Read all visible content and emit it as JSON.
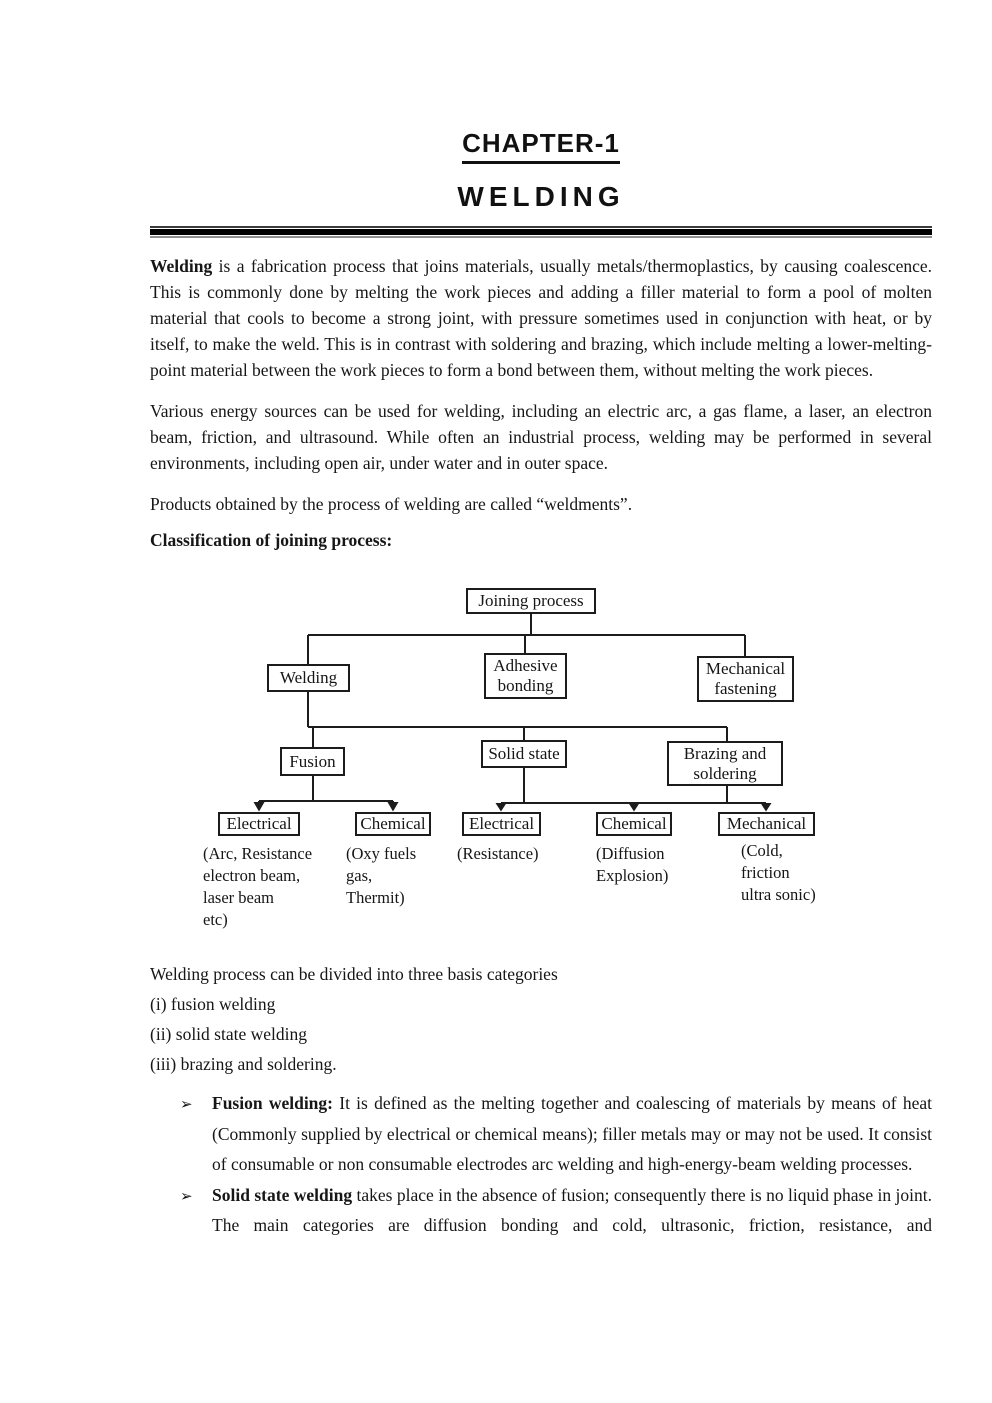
{
  "header": {
    "chapter": "CHAPTER-1",
    "title": "WELDING"
  },
  "intro": {
    "lead_word": "Welding",
    "para1_rest": " is a fabrication process that joins materials, usually metals/thermoplastics, by causing coalescence. This is commonly done by melting the work pieces and adding a filler material to form a pool of molten material that cools to become a strong joint, with pressure sometimes used in conjunction with heat, or by itself, to make the weld. This is in contrast with soldering and brazing, which include melting a lower-melting-point material between the work pieces to form a bond between them, without melting the work pieces.",
    "para2": "Various energy sources can be used for welding, including an electric arc,  a gas flame, a laser, an electron beam, friction, and ultrasound. While often an industrial process, welding may be performed in several environments, including open air, under water and in outer space.",
    "para3": "Products obtained by the process of welding are called “weldments”.",
    "classification_heading": "Classification of joining process:"
  },
  "diagram": {
    "joining": "Joining process",
    "welding": "Welding",
    "adhesive": "Adhesive\nbonding",
    "mechanical_fastening": "Mechanical\nfastening",
    "fusion": "Fusion",
    "solid_state": "Solid state",
    "brazing": "Brazing and\nsoldering",
    "electrical_fusion": "Electrical",
    "chemical_fusion": "Chemical",
    "electrical_solid": "Electrical",
    "chemical_solid": "Chemical",
    "mechanical_brazing": "Mechanical",
    "note_electrical_fusion": "(Arc, Resistance\nelectron beam,\nlaser beam\netc)",
    "note_chemical_fusion": "(Oxy fuels\ngas,\nThermit)",
    "note_electrical_solid": "(Resistance)",
    "note_chemical_solid": "(Diffusion\nExplosion)",
    "note_mechanical_brazing": "(Cold,\nfriction\nultra sonic)"
  },
  "categories": {
    "intro": "Welding process can be divided into three basis categories",
    "item1": "(i) fusion welding",
    "item2": "(ii) solid state welding",
    "item3": "(iii) brazing and soldering."
  },
  "bullets": {
    "marker": "➢",
    "b1_lead": "Fusion welding:",
    "b1_text": " It is defined as the melting together and coalescing of materials by means of heat (Commonly supplied by electrical or chemical means); filler metals may or may not be used. It consist of consumable or non consumable electrodes arc welding and high-energy-beam welding processes.",
    "b2_lead": "Solid state welding",
    "b2_text": " takes place in the absence of fusion; consequently there is no liquid phase in joint. The main categories are diffusion bonding and cold, ultrasonic, friction, resistance, and"
  }
}
